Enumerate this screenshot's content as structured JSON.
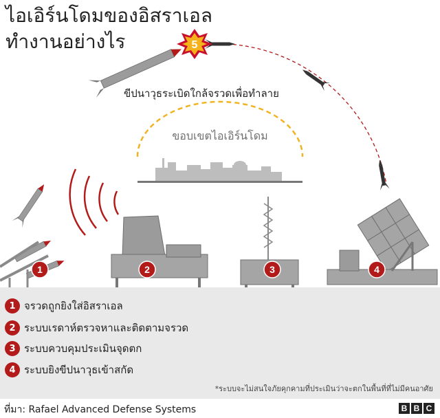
{
  "title_line1": "ไอเอิร์นโดมของอิสราเอล",
  "title_line2": "ทำงานอย่างไร",
  "intercept_caption": "ขีปนาวุธระเบิดใกล้จรวดเพื่อทำลาย",
  "dome_label": "ขอบเขตไอเอิร์นโดม",
  "steps": [
    {
      "number": "1",
      "label": "จรวดถูกยิงใส่อิสราเอล"
    },
    {
      "number": "2",
      "label": "ระบบเรดาห์ตรวจหาและติดตามจรวด"
    },
    {
      "number": "3",
      "label": "ระบบควบคุมประเมินจุดตก"
    },
    {
      "number": "4",
      "label": "ระบบยิงขีปนาวุธเข้าสกัด"
    }
  ],
  "explosion_number": "5",
  "footnote": "*ระบบจะไม่สนใจภัยคุกคามที่ประเมินว่าจะตกในพื้นที่ที่ไม่มีคนอาศัย",
  "source": "ที่มา: Rafael Advanced Defense Systems",
  "brand_letters": [
    "B",
    "B",
    "C"
  ],
  "colors": {
    "badge": "#b31b1b",
    "explosion_outer": "#c8102e",
    "explosion_inner": "#f6b21b",
    "dome_arc": "#f0b323",
    "trajectory": "#b31b1b",
    "equipment": "#9b9b9b",
    "legend_bg": "#e9e9e9"
  }
}
